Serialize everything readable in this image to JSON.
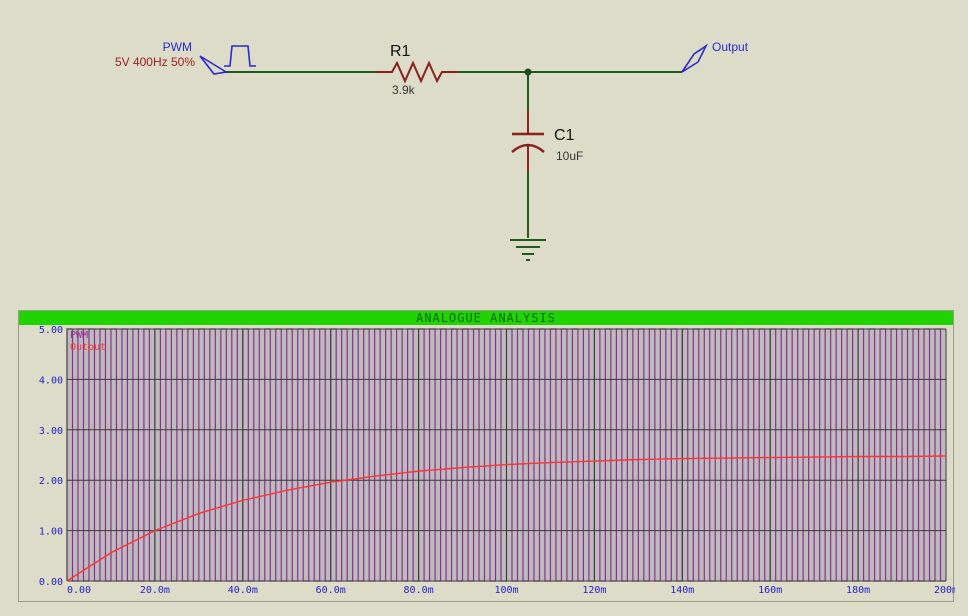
{
  "schematic": {
    "generator": {
      "name": "PWM",
      "params": "5V 400Hz 50%"
    },
    "resistor": {
      "ref": "R1",
      "value": "3.9k"
    },
    "capacitor": {
      "ref": "C1",
      "value": "10uF"
    },
    "output_label": "Output"
  },
  "graph": {
    "title": "ANALOGUE ANALYSIS",
    "colors": {
      "plot_bg": "#bcbcbc",
      "grid": "#3a3a3a",
      "pwm": "#8e2e8e",
      "output": "#ff3333",
      "title_bar": "#1fd400"
    },
    "legend": [
      "PWM",
      "Output"
    ]
  },
  "chart_data": {
    "type": "line",
    "x_ticks": [
      "0.00",
      "20.0m",
      "40.0m",
      "60.0m",
      "80.0m",
      "100m",
      "120m",
      "140m",
      "160m",
      "180m",
      "200m"
    ],
    "y_ticks": [
      "0.00",
      "1.00",
      "2.00",
      "3.00",
      "4.00",
      "5.00"
    ],
    "xlim": [
      0,
      0.2
    ],
    "ylim": [
      0,
      5
    ],
    "grid": true,
    "legend_position": "top-left",
    "series": [
      {
        "name": "PWM",
        "kind": "square",
        "amplitude": 5,
        "frequency_hz": 400,
        "duty": 0.5
      },
      {
        "name": "Output",
        "x": [
          0,
          0.01,
          0.02,
          0.03,
          0.04,
          0.05,
          0.06,
          0.07,
          0.08,
          0.09,
          0.1,
          0.11,
          0.12,
          0.13,
          0.14,
          0.15,
          0.16,
          0.17,
          0.18,
          0.19,
          0.2
        ],
        "values": [
          0.0,
          0.56,
          1.0,
          1.34,
          1.6,
          1.8,
          1.96,
          2.08,
          2.18,
          2.25,
          2.31,
          2.35,
          2.38,
          2.41,
          2.43,
          2.44,
          2.45,
          2.46,
          2.47,
          2.47,
          2.48
        ]
      }
    ]
  }
}
